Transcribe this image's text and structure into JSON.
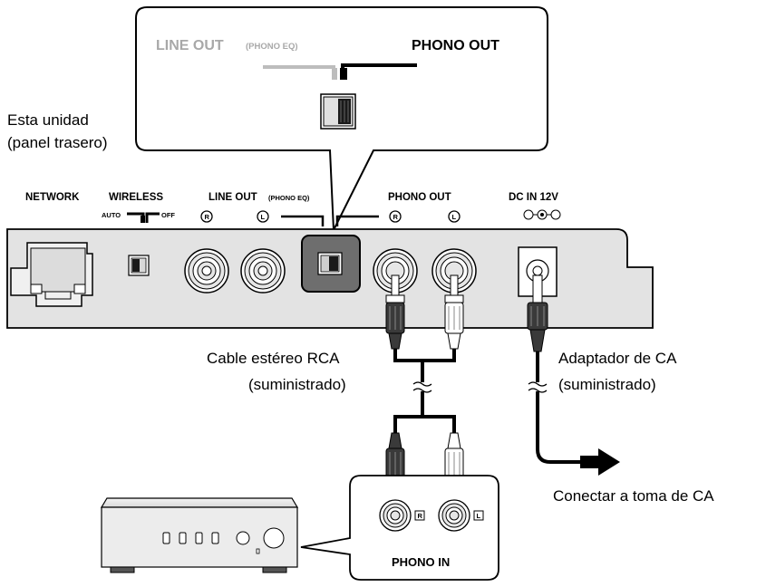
{
  "labels": {
    "unit_label_line1": "Esta unidad",
    "unit_label_line2": "(panel trasero)",
    "network": "NETWORK",
    "wireless": "WIRELESS",
    "wireless_auto": "AUTO",
    "wireless_off": "OFF",
    "line_out": "LINE OUT",
    "line_out_eq": "(PHONO EQ)",
    "phono_out": "PHONO OUT",
    "dc_in": "DC IN 12V",
    "jack_r": "R",
    "jack_l": "L",
    "cable_line1": "Cable estéreo RCA",
    "cable_line2": "(suministrado)",
    "adapter_line1": "Adaptador de CA",
    "adapter_line2": "(suministrado)",
    "connect_ac": "Conectar a toma de CA",
    "phono_in": "PHONO IN",
    "amp_r": "R",
    "amp_l": "L"
  },
  "callout": {
    "line_out": "LINE OUT",
    "line_out_eq": "(PHONO EQ)",
    "phono_out": "PHONO OUT"
  },
  "colors": {
    "panel_fill": "#e3e3e3",
    "highlight_fill": "#6e6e6e",
    "amp_fill": "#ececec",
    "callout_gray": "#a8a8a8"
  }
}
